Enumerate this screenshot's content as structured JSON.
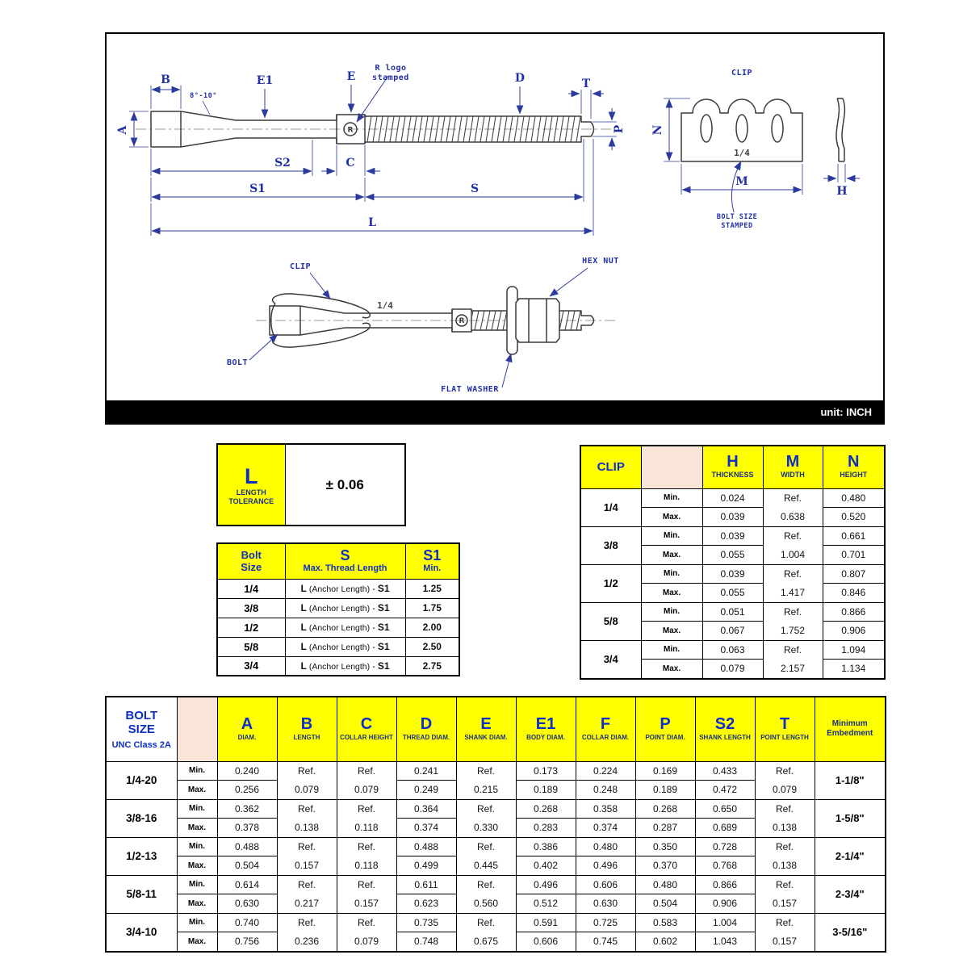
{
  "drawing": {
    "unit_label": "unit: INCH",
    "logo_mark": "R",
    "dim_labels": {
      "a": "A",
      "b": "B",
      "c": "C",
      "d": "D",
      "e": "E",
      "e1": "E1",
      "t": "T",
      "p": "P",
      "s": "S",
      "s1": "S1",
      "s2": "S2",
      "l": "L",
      "m": "M",
      "n": "N",
      "h": "H",
      "angle": "8°-10°"
    },
    "callouts": {
      "r_logo_line1": "R logo",
      "r_logo_line2": "stamped",
      "clip_front": "CLIP",
      "bolt_size_stamped_line1": "BOLT SIZE",
      "bolt_size_stamped_line2": "STAMPED",
      "stamp": "1/4",
      "clip_assembled": "CLIP",
      "hex_nut": "HEX NUT",
      "bolt": "BOLT",
      "flat_washer": "FLAT WASHER"
    }
  },
  "tolerance_table": {
    "symbol": "L",
    "label_line1": "LENGTH",
    "label_line2": "TOLERANCE",
    "value": "± 0.06"
  },
  "thread_table": {
    "header": {
      "size_line1": "Bolt",
      "size_line2": "Size",
      "s_symbol": "S",
      "s_label": "Max. Thread Length",
      "s1_symbol": "S1",
      "s1_label": "Min."
    },
    "formula": {
      "l": "L",
      "mid": "(Anchor Length)",
      "sep": "-",
      "s1": "S1"
    },
    "rows": [
      {
        "size": "1/4",
        "s1_min": "1.25"
      },
      {
        "size": "3/8",
        "s1_min": "1.75"
      },
      {
        "size": "1/2",
        "s1_min": "2.00"
      },
      {
        "size": "5/8",
        "s1_min": "2.50"
      },
      {
        "size": "3/4",
        "s1_min": "2.75"
      }
    ]
  },
  "clip_table": {
    "title": "CLIP",
    "min_label": "Min.",
    "max_label": "Max.",
    "ref_label": "Ref.",
    "columns": {
      "h_symbol": "H",
      "h_label": "THICKNESS",
      "m_symbol": "M",
      "m_label": "WIDTH",
      "n_symbol": "N",
      "n_label": "HEIGHT"
    },
    "rows": [
      {
        "size": "1/4",
        "h_min": "0.024",
        "h_max": "0.039",
        "m_ref": "0.638",
        "n_min": "0.480",
        "n_max": "0.520"
      },
      {
        "size": "3/8",
        "h_min": "0.039",
        "h_max": "0.055",
        "m_ref": "1.004",
        "n_min": "0.661",
        "n_max": "0.701"
      },
      {
        "size": "1/2",
        "h_min": "0.039",
        "h_max": "0.055",
        "m_ref": "1.417",
        "n_min": "0.807",
        "n_max": "0.846"
      },
      {
        "size": "5/8",
        "h_min": "0.051",
        "h_max": "0.067",
        "m_ref": "1.752",
        "n_min": "0.866",
        "n_max": "0.906"
      },
      {
        "size": "3/4",
        "h_min": "0.063",
        "h_max": "0.079",
        "m_ref": "2.157",
        "n_min": "1.094",
        "n_max": "1.134"
      }
    ]
  },
  "main_table": {
    "title_line1": "BOLT",
    "title_line2": "SIZE",
    "subtitle": "UNC Class 2A",
    "min_label": "Min.",
    "max_label": "Max.",
    "ref_label": "Ref.",
    "embedment_line1": "Minimum",
    "embedment_line2": "Embedment",
    "columns": [
      {
        "symbol": "A",
        "label": "DIAM."
      },
      {
        "symbol": "B",
        "label": "LENGTH"
      },
      {
        "symbol": "C",
        "label": "COLLAR HEIGHT"
      },
      {
        "symbol": "D",
        "label": "THREAD DIAM."
      },
      {
        "symbol": "E",
        "label": "SHANK DIAM."
      },
      {
        "symbol": "E1",
        "label": "BODY DIAM."
      },
      {
        "symbol": "F",
        "label": "COLLAR DIAM."
      },
      {
        "symbol": "P",
        "label": "POINT DIAM."
      },
      {
        "symbol": "S2",
        "label": "SHANK LENGTH"
      },
      {
        "symbol": "T",
        "label": "POINT LENGTH"
      }
    ],
    "rows": [
      {
        "size": "1/4-20",
        "a_min": "0.240",
        "a_max": "0.256",
        "b_ref": "0.079",
        "c_ref": "0.079",
        "d_min": "0.241",
        "d_max": "0.249",
        "e_ref": "0.215",
        "e1_min": "0.173",
        "e1_max": "0.189",
        "f_min": "0.224",
        "f_max": "0.248",
        "p_min": "0.169",
        "p_max": "0.189",
        "s2_min": "0.433",
        "s2_max": "0.472",
        "t_ref": "0.079",
        "embedment": "1-1/8\""
      },
      {
        "size": "3/8-16",
        "a_min": "0.362",
        "a_max": "0.378",
        "b_ref": "0.138",
        "c_ref": "0.118",
        "d_min": "0.364",
        "d_max": "0.374",
        "e_ref": "0.330",
        "e1_min": "0.268",
        "e1_max": "0.283",
        "f_min": "0.358",
        "f_max": "0.374",
        "p_min": "0.268",
        "p_max": "0.287",
        "s2_min": "0.650",
        "s2_max": "0.689",
        "t_ref": "0.138",
        "embedment": "1-5/8\""
      },
      {
        "size": "1/2-13",
        "a_min": "0.488",
        "a_max": "0.504",
        "b_ref": "0.157",
        "c_ref": "0.118",
        "d_min": "0.488",
        "d_max": "0.499",
        "e_ref": "0.445",
        "e1_min": "0.386",
        "e1_max": "0.402",
        "f_min": "0.480",
        "f_max": "0.496",
        "p_min": "0.350",
        "p_max": "0.370",
        "s2_min": "0.728",
        "s2_max": "0.768",
        "t_ref": "0.138",
        "embedment": "2-1/4\""
      },
      {
        "size": "5/8-11",
        "a_min": "0.614",
        "a_max": "0.630",
        "b_ref": "0.217",
        "c_ref": "0.157",
        "d_min": "0.611",
        "d_max": "0.623",
        "e_ref": "0.560",
        "e1_min": "0.496",
        "e1_max": "0.512",
        "f_min": "0.606",
        "f_max": "0.630",
        "p_min": "0.480",
        "p_max": "0.504",
        "s2_min": "0.866",
        "s2_max": "0.906",
        "t_ref": "0.157",
        "embedment": "2-3/4\""
      },
      {
        "size": "3/4-10",
        "a_min": "0.740",
        "a_max": "0.756",
        "b_ref": "0.236",
        "c_ref": "0.079",
        "d_min": "0.735",
        "d_max": "0.748",
        "e_ref": "0.675",
        "e1_min": "0.591",
        "e1_max": "0.606",
        "f_min": "0.725",
        "f_max": "0.745",
        "p_min": "0.583",
        "p_max": "0.602",
        "s2_min": "1.004",
        "s2_max": "1.043",
        "t_ref": "0.157",
        "embedment": "3-5/16\""
      }
    ]
  },
  "colors": {
    "header_yellow": "#FFFF00",
    "header_peach": "#F8E5D8",
    "symbol_blue": "#0D2FC6",
    "label_navy": "#1A2F7E",
    "drawing_dim_blue": "#2C3A9E",
    "unit_bar_black": "#000000"
  }
}
